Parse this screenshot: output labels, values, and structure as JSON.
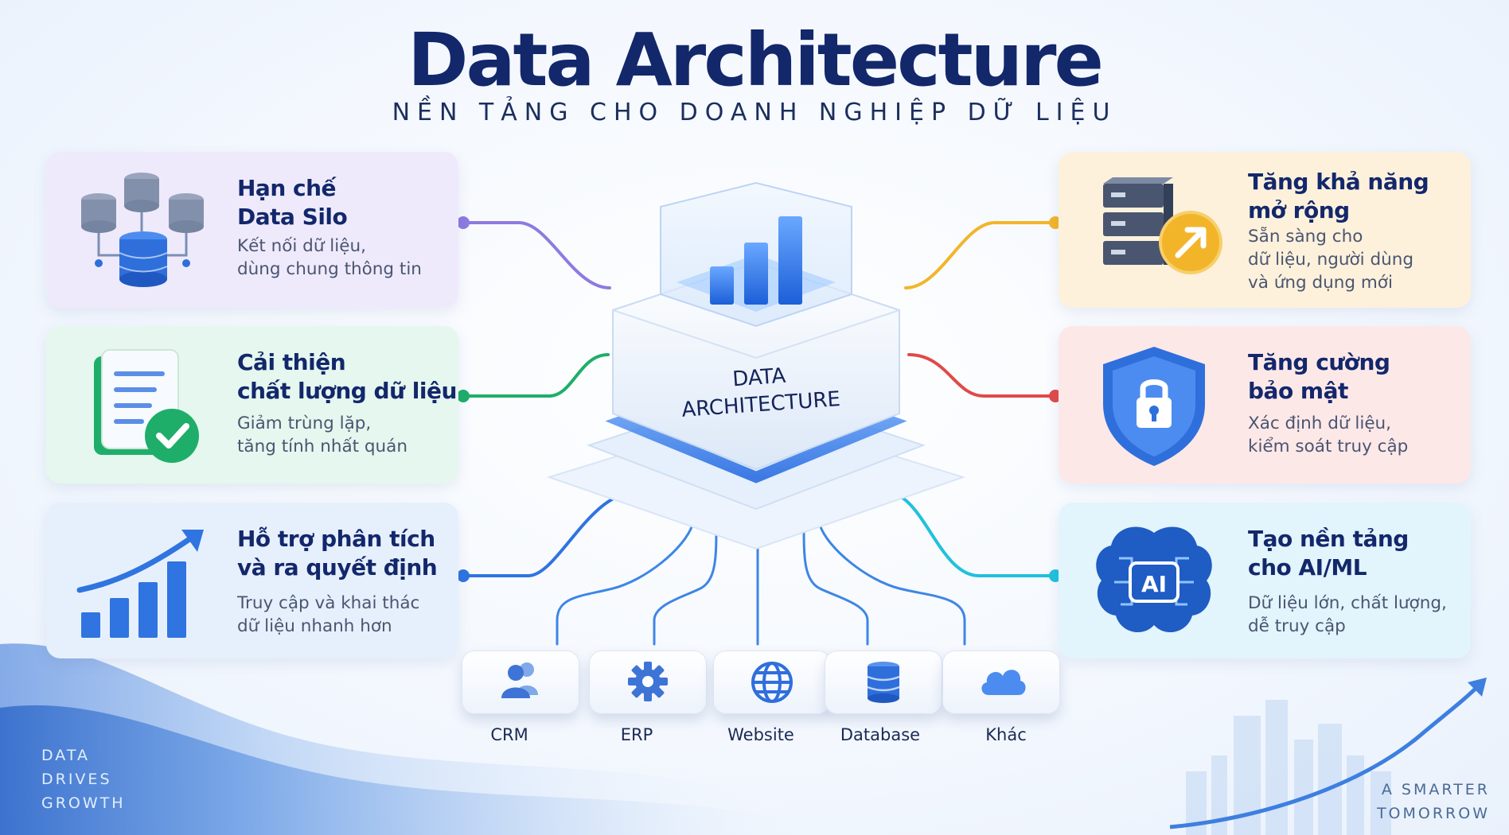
{
  "header": {
    "title": "Data Architecture",
    "subtitle": "NỀN TẢNG CHO DOANH NGHIỆP DỮ LIỆU"
  },
  "core": {
    "label": "DATA\nARCHITECTURE"
  },
  "benefits_left": [
    {
      "title": "Hạn chế\nData Silo",
      "desc": "Kết nối dữ liệu,\ndùng chung thông tin",
      "icon": "database-cluster-icon"
    },
    {
      "title": "Cải thiện\nchất lượng dữ liệu",
      "desc": "Giảm trùng lặp,\ntăng tính nhất quán",
      "icon": "document-check-icon"
    },
    {
      "title": "Hỗ trợ phân tích\nvà ra quyết định",
      "desc": "Truy cập và khai thác\ndữ liệu nhanh hơn",
      "icon": "growth-chart-icon"
    }
  ],
  "benefits_right": [
    {
      "title": "Tăng khả năng\nmở rộng",
      "desc": "Sẵn sàng cho\ndữ liệu, người dùng\nvà ứng dụng mới",
      "icon": "server-scale-icon"
    },
    {
      "title": "Tăng cường\nbảo mật",
      "desc": "Xác định dữ liệu,\nkiểm soát truy cập",
      "icon": "shield-lock-icon"
    },
    {
      "title": "Tạo nền tảng\ncho AI/ML",
      "desc": "Dữ liệu lớn, chất lượng,\ndễ truy cập",
      "icon": "ai-brain-icon",
      "icon_text": "AI"
    }
  ],
  "sources": [
    {
      "label": "CRM",
      "icon": "users-icon"
    },
    {
      "label": "ERP",
      "icon": "gear-icon"
    },
    {
      "label": "Website",
      "icon": "globe-icon"
    },
    {
      "label": "Database",
      "icon": "database-icon"
    },
    {
      "label": "Khác",
      "icon": "cloud-icon"
    }
  ],
  "footer": {
    "left_tagline": "DATA\nDRIVES\nGROWTH",
    "right_tagline": "A SMARTER\nTOMORROW"
  },
  "colors": {
    "navy": "#13276b",
    "purple": "#8e7ae0",
    "green": "#1fae6a",
    "blue": "#2f74e0",
    "amber": "#f2b52a",
    "red": "#e04a4a",
    "cyan": "#22c0dc",
    "card_purple": "#efeafb",
    "card_green": "#e5f7ee",
    "card_blue": "#e6f0fd",
    "card_amber": "#fdf1dc",
    "card_red": "#fde8e8",
    "card_cyan": "#e2f4fc"
  }
}
